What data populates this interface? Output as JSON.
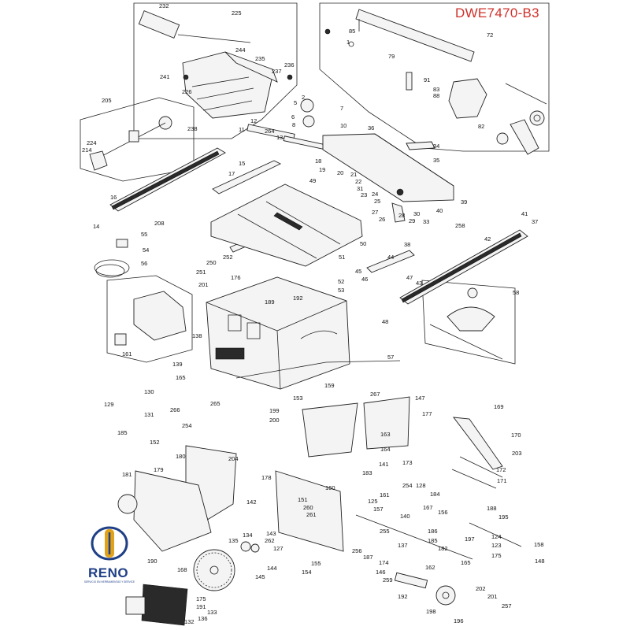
{
  "model": "DWE7470-B3",
  "colors": {
    "title": "#d0302a",
    "logo_blue": "#1f3f87",
    "logo_gold": "#e0a21a"
  },
  "logo": {
    "word": "RENO",
    "tagline": "SERVICIO EN HERRAMIENTAS Y SERVICE"
  },
  "part_numbers": {
    "p232": "232",
    "p225": "225",
    "p72": "72",
    "p85": "85",
    "p1": "1",
    "p79": "79",
    "p91": "91",
    "p244": "244",
    "p235": "235",
    "p236": "236",
    "p237": "237",
    "p241": "241",
    "p226": "226",
    "p83": "83",
    "p88": "88",
    "p82": "82",
    "p205": "205",
    "p238": "238",
    "p2": "2",
    "p5": "5",
    "p6": "6",
    "p7": "7",
    "p10": "10",
    "p8": "8",
    "p12": "12",
    "p11": "11",
    "p264": "264",
    "p13": "13",
    "p36": "36",
    "p34": "34",
    "p35": "35",
    "p224": "224",
    "p214": "214",
    "p18": "18",
    "p19": "19",
    "p20": "20",
    "p21": "21",
    "p22": "22",
    "p31": "31",
    "p23": "23",
    "p24": "24",
    "p25": "25",
    "p15": "15",
    "p17": "17",
    "p49": "49",
    "p39": "39",
    "p27": "27",
    "p26": "26",
    "p28": "28",
    "p29": "29",
    "p30": "30",
    "p33": "33",
    "p40": "40",
    "p16": "16",
    "p41": "41",
    "p37": "37",
    "p14": "14",
    "p258": "258",
    "p208": "208",
    "p55": "55",
    "p54": "54",
    "p56": "56",
    "p250": "250",
    "p252": "252",
    "p251": "251",
    "p42": "42",
    "p50": "50",
    "p51": "51",
    "p38": "38",
    "p44": "44",
    "p45": "45",
    "p46": "46",
    "p47": "47",
    "p43": "43",
    "p52": "52",
    "p53": "53",
    "p201": "201",
    "p176": "176",
    "p189": "189",
    "p192": "192",
    "p58": "58",
    "p48": "48",
    "p138": "138",
    "p161": "161",
    "p139": "139",
    "p165": "165",
    "p57": "57",
    "p159": "159",
    "p153": "153",
    "p130": "130",
    "p129": "129",
    "p131": "131",
    "p266": "266",
    "p265": "265",
    "p199": "199",
    "p200": "200",
    "p267": "267",
    "p147": "147",
    "p177": "177",
    "p169": "169",
    "p185": "185",
    "p152": "152",
    "p254": "254",
    "p170": "170",
    "p163": "163",
    "p164": "164",
    "p203": "203",
    "p180": "180",
    "p204": "204",
    "p181": "181",
    "p179": "179",
    "p178": "178",
    "p173": "173",
    "p141": "141",
    "p183": "183",
    "p172": "172",
    "p171": "171",
    "p160": "160",
    "p254b": "254",
    "p128": "128",
    "p184": "184",
    "p161b": "161",
    "p125": "125",
    "p142": "142",
    "p151": "151",
    "p260": "260",
    "p261": "261",
    "p157": "157",
    "p140": "140",
    "p167": "167",
    "p156": "156",
    "p188": "188",
    "p195": "195",
    "p143": "143",
    "p255": "255",
    "p186": "186",
    "p185b": "185",
    "p197": "197",
    "p134": "134",
    "p135": "135",
    "p262": "262",
    "p127": "127",
    "p144": "144",
    "p145": "145",
    "p154": "154",
    "p155": "155",
    "p256": "256",
    "p187": "187",
    "p137": "137",
    "p182": "182",
    "p124": "124",
    "p123": "123",
    "p175": "175",
    "p158": "158",
    "p148": "148",
    "p190": "190",
    "p168": "168",
    "p174": "174",
    "p162": "162",
    "p165b": "165",
    "p146": "146",
    "p259": "259",
    "p202": "202",
    "p201b": "201",
    "p257": "257",
    "p175b": "175",
    "p191": "191",
    "p133": "133",
    "p136": "136",
    "p132": "132",
    "p192b": "192",
    "p198": "198",
    "p196": "196"
  }
}
